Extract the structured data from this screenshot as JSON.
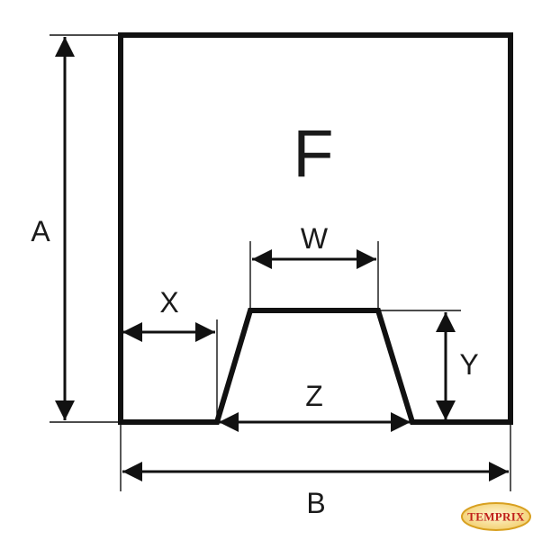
{
  "diagram": {
    "panel_label": "F",
    "dimensions": {
      "A": "A",
      "B": "B",
      "W": "W",
      "X": "X",
      "Y": "Y",
      "Z": "Z"
    }
  },
  "logo": {
    "text": "TEMPRIX",
    "border_color": "#d8a020",
    "fill_color": "#fbe7a8",
    "text_color": "#c0201a"
  }
}
